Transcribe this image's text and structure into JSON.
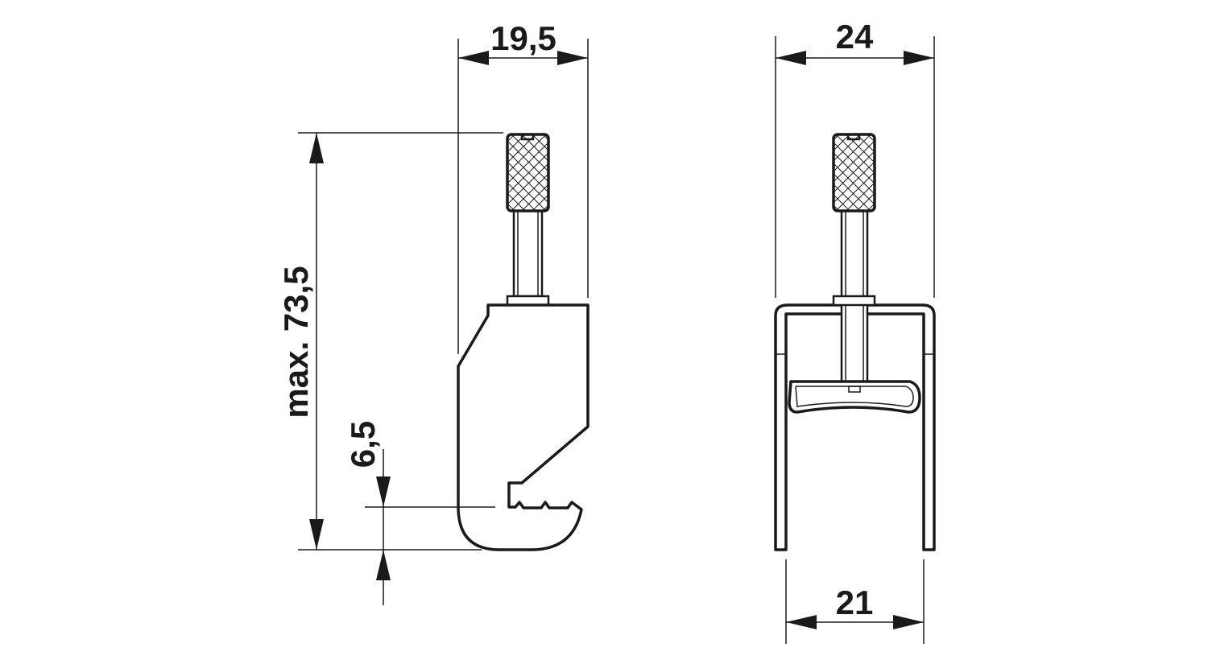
{
  "dimensions": {
    "side_width": "19,5",
    "max_height": "max. 73,5",
    "hook_offset": "6,5",
    "front_outer_width": "24",
    "front_inner_width": "21"
  },
  "colors": {
    "line": "#1a1a1a",
    "background": "#ffffff"
  }
}
